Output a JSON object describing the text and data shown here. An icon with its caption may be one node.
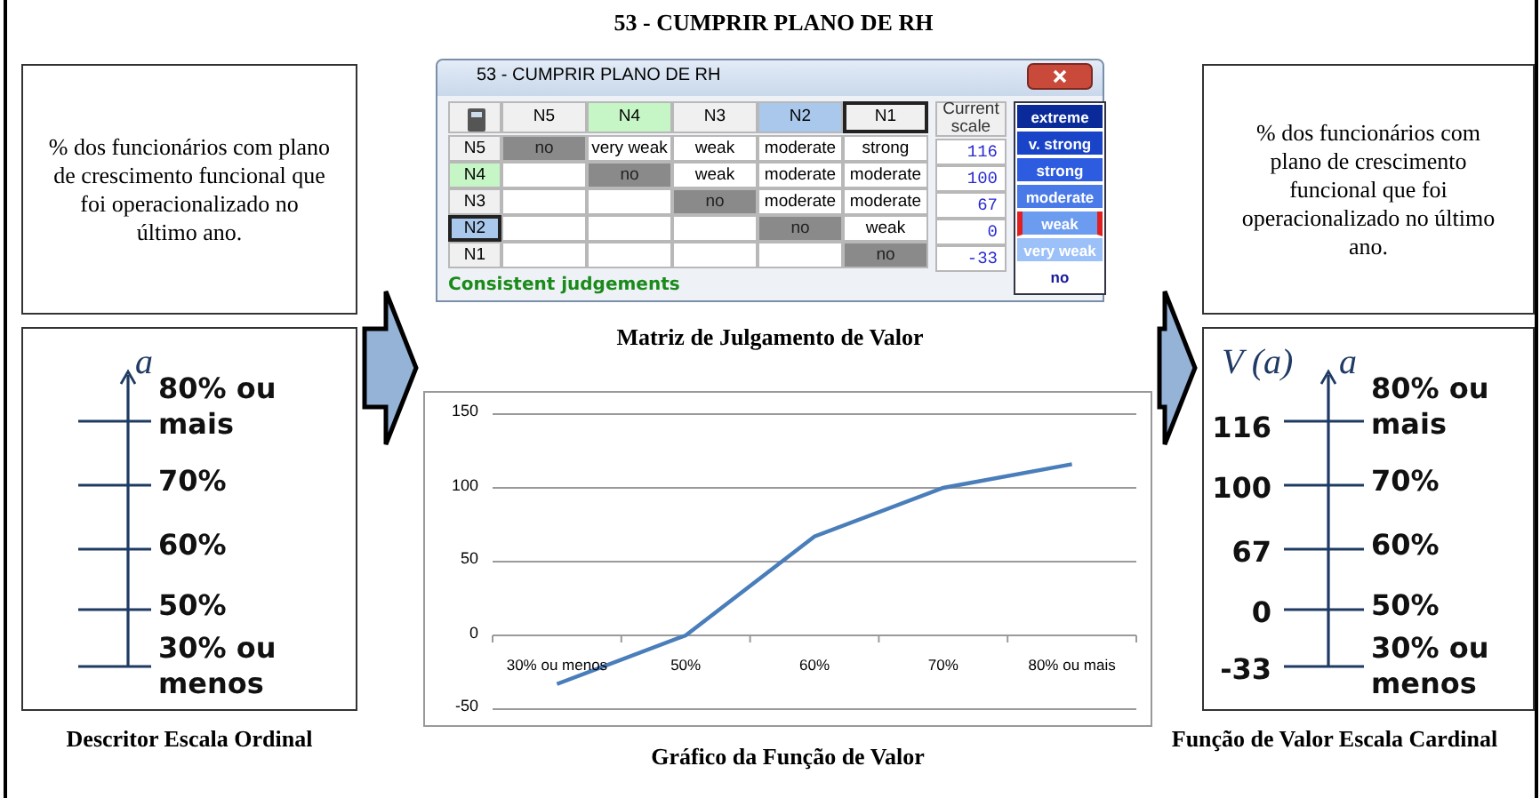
{
  "diagram": {
    "title": "53 - CUMPRIR PLANO DE RH",
    "nodes": [
      {
        "text": [
          "% dos funcionários com plano de crescimento funcional que foi operacionalizado no último ano."
        ]
      },
      {
        "text": [
          "a",
          "80% ou mais",
          "70%",
          "60%",
          "50%",
          "30% ou menos"
        ],
        "beside": [
          "Descritor Escala Ordinal"
        ]
      },
      {
        "text": [
          "53 - CUMPRIR PLANO DE RH",
          "Consistent judgements"
        ],
        "beside": [
          "Matriz de Julgamento de Valor"
        ]
      },
      {
        "text": [],
        "shape": "picture",
        "beside": [
          "Gráfico da Função de Valor"
        ]
      },
      {
        "text": [
          "% dos funcionários com plano de crescimento funcional que foi operacionalizado no último ano."
        ]
      },
      {
        "text": [
          "V (a)",
          "a",
          "116",
          "100",
          "67",
          "0",
          "-33",
          "80% ou mais",
          "70%",
          "60%",
          "50%",
          "30% ou menos"
        ],
        "beside": [
          "Função de Valor Escala Cardinal"
        ]
      }
    ],
    "edges": [
      {
        "from": 1,
        "to": 3,
        "arrow": "to",
        "style": "thick"
      },
      {
        "from": 3,
        "to": 5,
        "arrow": "to",
        "style": "thick"
      }
    ],
    "labels": [
      "N5",
      "N4",
      "N3",
      "N2",
      "N1",
      "Current scale",
      "N5",
      "no",
      "very weak",
      "weak",
      "moderate",
      "strong",
      "116",
      "N4",
      "no",
      "weak",
      "moderate",
      "moderate",
      "100",
      "N3",
      "no",
      "moderate",
      "moderate",
      "67",
      "N2",
      "no",
      "weak",
      "0",
      "N1",
      "no",
      "-33",
      "extreme",
      "v. strong",
      "strong",
      "moderate",
      "weak",
      "very weak",
      "no"
    ],
    "chart_data": {
      "type": "line",
      "categories": [
        "30% ou menos",
        "50%",
        "60%",
        "70%",
        "80% ou mais"
      ],
      "series": [
        {
          "color": "#4a7ebb",
          "values": [
            -33,
            0,
            67,
            100,
            116
          ]
        }
      ],
      "grid": true,
      "ylim": [
        -50,
        150
      ],
      "yticks": [
        -50,
        0,
        50,
        100,
        150
      ]
    }
  }
}
